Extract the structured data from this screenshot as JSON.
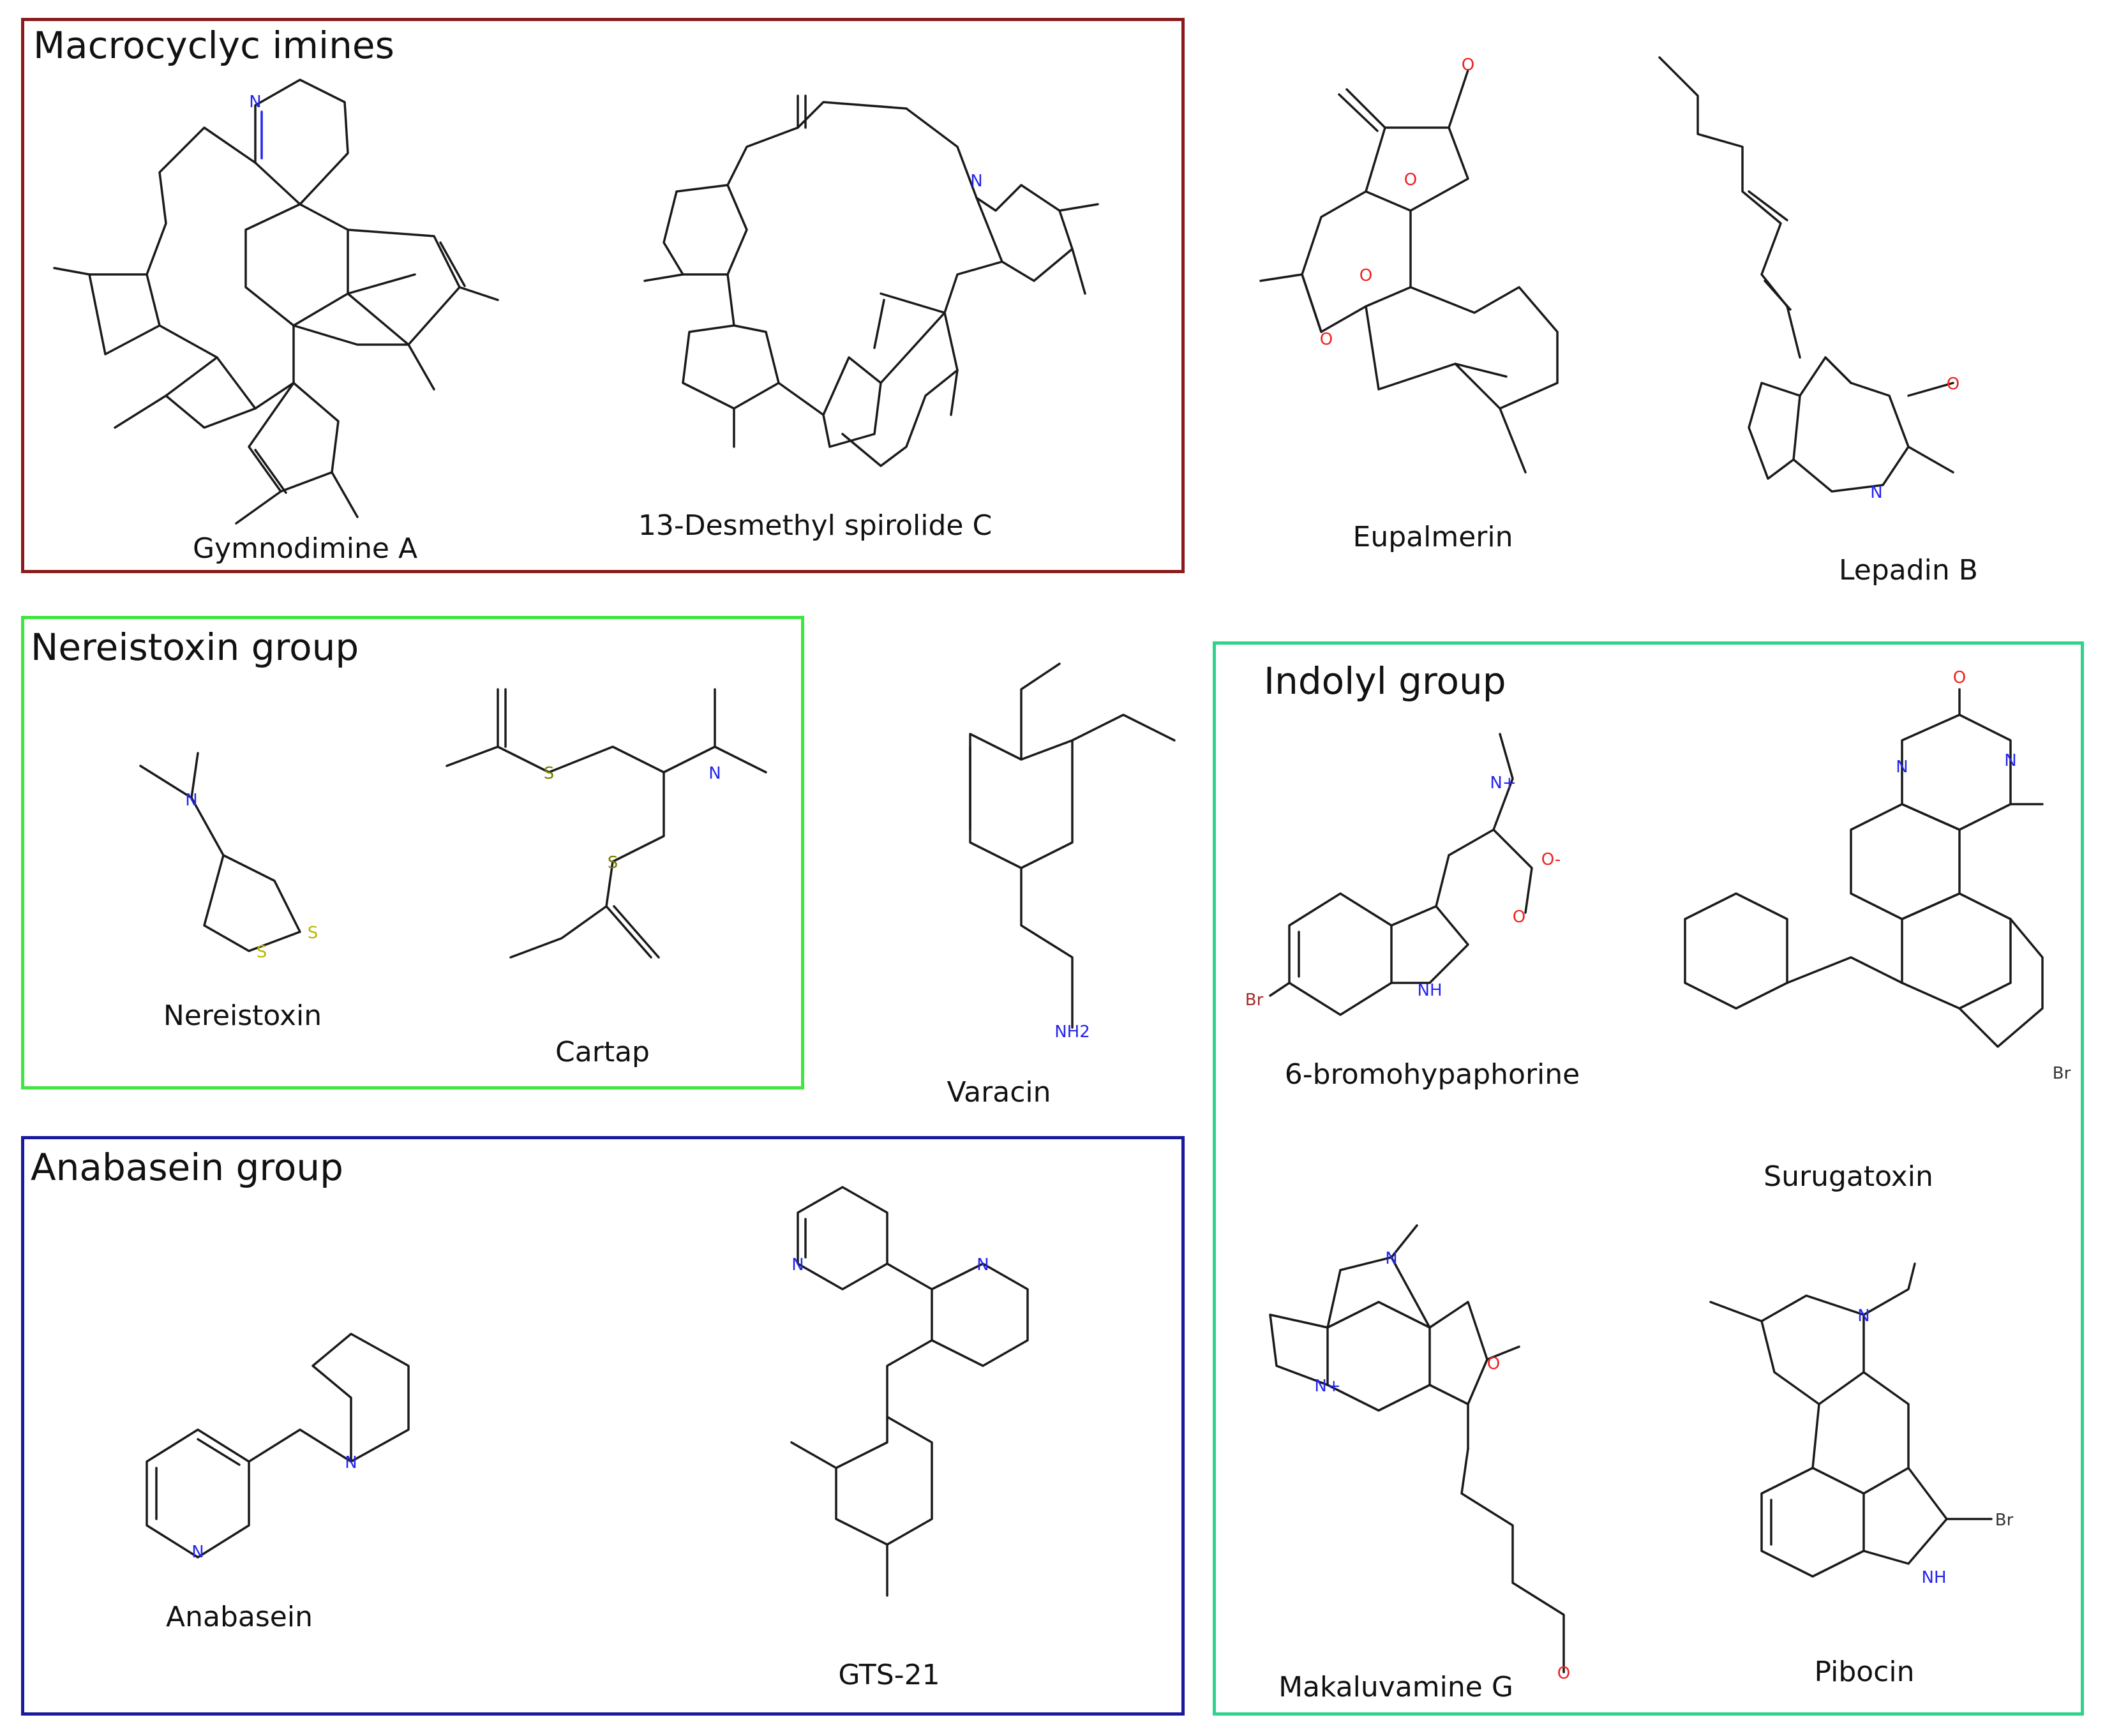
{
  "groups": [
    {
      "title": "Macrocyclyc imines",
      "color": "#8b1a1a"
    },
    {
      "title": "Nereistoxin  group",
      "color": "#3ee63e"
    },
    {
      "title": "Anabasein group",
      "color": "#1a1a9c"
    },
    {
      "title": "Indolyl group",
      "color": "#2ed28a"
    }
  ],
  "compounds": {
    "gymnodimine_a": "Gymnodimine A",
    "spirolide": "13-Desmethyl spirolide C",
    "eupalmerin": "Eupalmerin",
    "lepadin_b": "Lepadin B",
    "nereistoxin": "Nereistoxin",
    "cartap": "Cartap",
    "varacin": "Varacin",
    "anabasein": "Anabasein",
    "gts21": "GTS-21",
    "bromohypaphorine": "6-bromohypaphorine",
    "surugatoxin": "Surugatoxin",
    "makaluvamine": "Makaluvamine G",
    "pibocin": "Pibocin"
  },
  "atoms": {
    "N": "N",
    "O": "O",
    "S": "S",
    "H": "H",
    "Br": "Br",
    "NH": "NH",
    "NPlus": "N+",
    "NH2": "NH2",
    "OMinus": "O-"
  },
  "colors": {
    "bond": "#1a1a1a",
    "nitrogen": "#2424ee",
    "oxygen": "#ee2222",
    "sulfur": "#d8d820",
    "bromine": "#a52a2a"
  }
}
